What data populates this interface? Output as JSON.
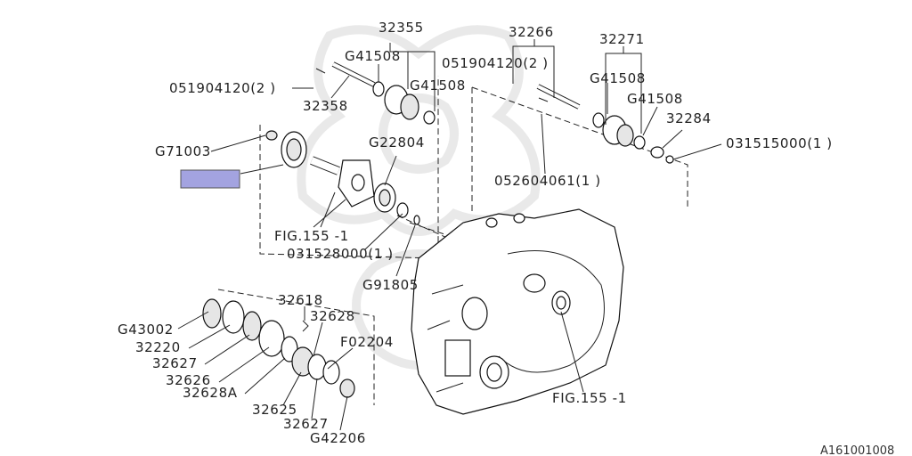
{
  "labels": {
    "p32355": "32355",
    "p32266": "32266",
    "p32271": "32271",
    "p051904120_a": "051904120(2 )",
    "p051904120_b": "051904120(2 )",
    "pG41508_a": "G41508",
    "pG41508_b": "G41508",
    "pG41508_c": "G41508",
    "pG41508_d": "G41508",
    "p32358": "32358",
    "p32284": "32284",
    "p031515000": "031515000(1 )",
    "pG71003": "G71003",
    "pG22804": "G22804",
    "p052604061": "052604061(1 )",
    "pFIG155_a": "FIG.155 -1",
    "p031528000": "031528000(1 )",
    "pG91805": "G91805",
    "p32618": "32618",
    "p32628": "32628",
    "pG43002": "G43002",
    "p32220": "32220",
    "pF02204": "F02204",
    "p32627_a": "32627",
    "p32626": "32626",
    "p32628A": "32628A",
    "p32625": "32625",
    "p32627_b": "32627",
    "pG42206": "G42206",
    "pFIG155_b": "FIG.155 -1"
  },
  "reference_code": "A161001008",
  "highlight_color": "#a3a3e0"
}
